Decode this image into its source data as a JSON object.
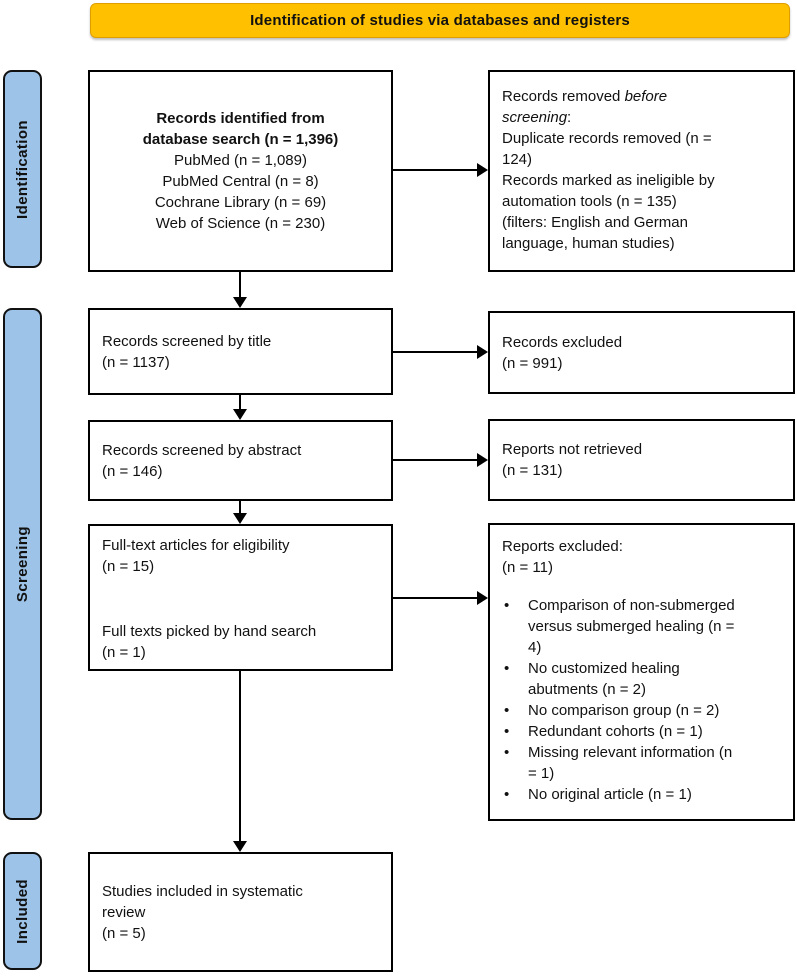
{
  "banner": {
    "label": "Identification of studies via databases and registers"
  },
  "sidebar": {
    "identification": "Identification",
    "screening": "Screening",
    "included": "Included"
  },
  "boxes": {
    "records_identified": {
      "title_line1": "Records identified from",
      "title_line2": "database search (n = 1,396)",
      "sources": [
        "PubMed (n = 1,089)",
        "PubMed Central (n = 8)",
        "Cochrane Library (n = 69)",
        "Web of Science (n = 230)"
      ]
    },
    "records_removed": {
      "line1_normal": "Records removed ",
      "line1_italic": "before screening",
      "line1_colon": ":",
      "lines": [
        "Duplicate records removed (n = 124)",
        "Records marked as ineligible by automation tools (n = 135)",
        "(filters: English and German language, human studies)"
      ]
    },
    "screened_title": {
      "line1": "Records screened by title",
      "line2": "(n = 1137)"
    },
    "records_excluded": {
      "line1": "Records excluded",
      "line2": "(n = 991)"
    },
    "screened_abstract": {
      "line1": "Records screened by abstract",
      "line2": "(n = 146)"
    },
    "reports_not_retrieved": {
      "line1": "Reports not retrieved",
      "line2": "(n = 131)"
    },
    "full_text": {
      "block1_line1": "Full-text articles for eligibility",
      "block1_line2": "(n = 15)",
      "block2_line1": "Full texts picked by hand search",
      "block2_line2": "(n = 1)"
    },
    "reports_excluded": {
      "line1": "Reports excluded:",
      "line2": "(n = 11)",
      "bullets": [
        "Comparison of non-submerged versus submerged healing (n = 4)",
        "No customized healing abutments (n = 2)",
        "No comparison group (n = 2)",
        "Redundant cohorts (n = 1)",
        "Missing relevant information (n = 1)",
        "No original article (n = 1)"
      ]
    },
    "studies_included": {
      "line1": "Studies included in systematic review",
      "line2": "(n = 5)"
    }
  },
  "colors": {
    "banner_bg": "#FFC000",
    "sidebar_bg": "#9DC3E8",
    "box_border": "#000000"
  }
}
